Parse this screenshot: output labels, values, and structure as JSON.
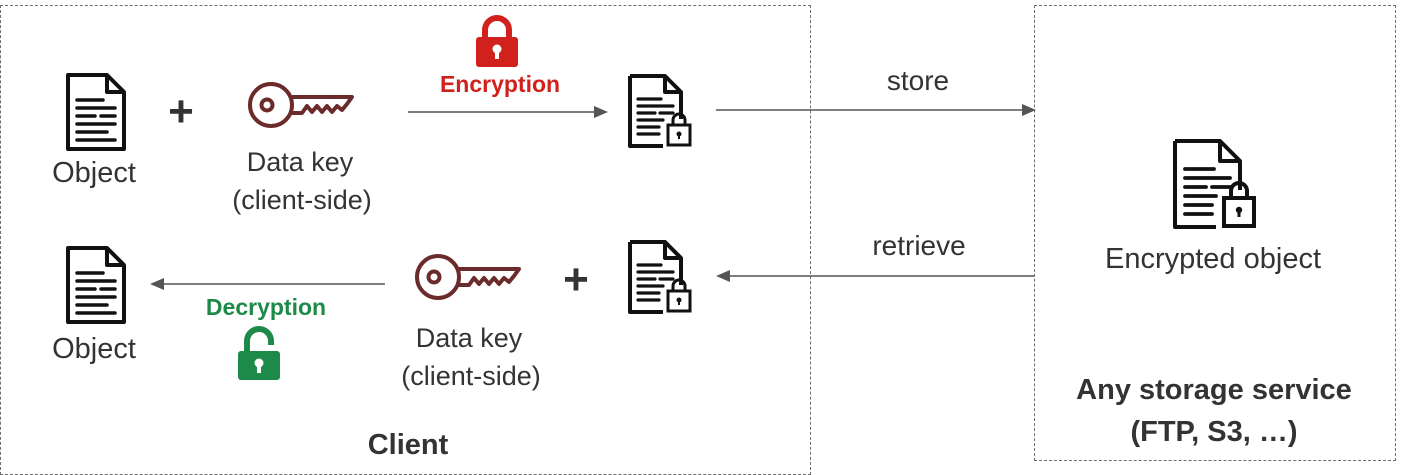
{
  "client": {
    "title": "Client",
    "encrypt": {
      "object_label": "Object",
      "plus": "+",
      "key_label_1": "Data key",
      "key_label_2": "(client-side)",
      "action_label": "Encryption",
      "action_color": "#d0211c"
    },
    "decrypt": {
      "object_label": "Object",
      "plus": "+",
      "key_label_1": "Data key",
      "key_label_2": "(client-side)",
      "action_label": "Decryption",
      "action_color": "#1e8a4a"
    }
  },
  "arrows": {
    "store_label": "store",
    "retrieve_label": "retrieve"
  },
  "storage": {
    "object_label": "Encrypted object",
    "title_1": "Any storage service",
    "title_2": "(FTP, S3, …)"
  },
  "colors": {
    "key": "#6b2b2b",
    "doc": "#111111",
    "border": "#6e6e6e"
  }
}
